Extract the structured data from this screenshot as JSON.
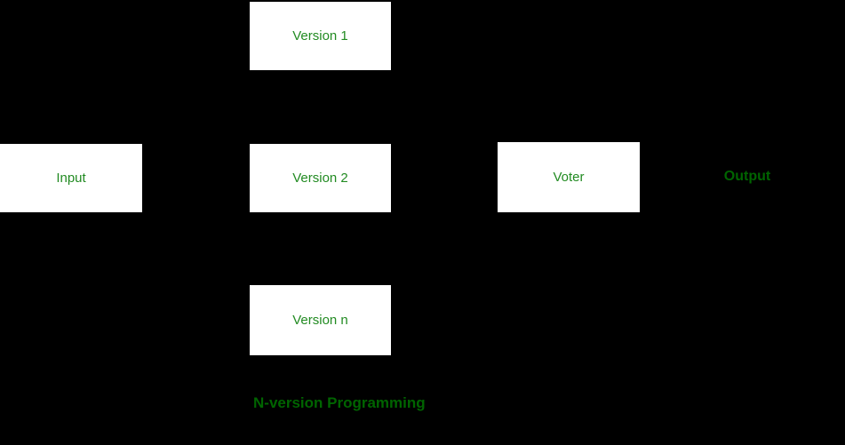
{
  "diagram": {
    "title": "N-version Programming",
    "colors": {
      "background": "#000000",
      "box_fill": "#ffffff",
      "box_label": "#228B22",
      "accent_label": "#006400"
    },
    "nodes": [
      {
        "id": "input",
        "label": "Input"
      },
      {
        "id": "version-1",
        "label": "Version 1"
      },
      {
        "id": "version-2",
        "label": "Version 2"
      },
      {
        "id": "version-n",
        "label": "Version n"
      },
      {
        "id": "voter",
        "label": "Voter"
      }
    ],
    "output_label": "Output"
  }
}
